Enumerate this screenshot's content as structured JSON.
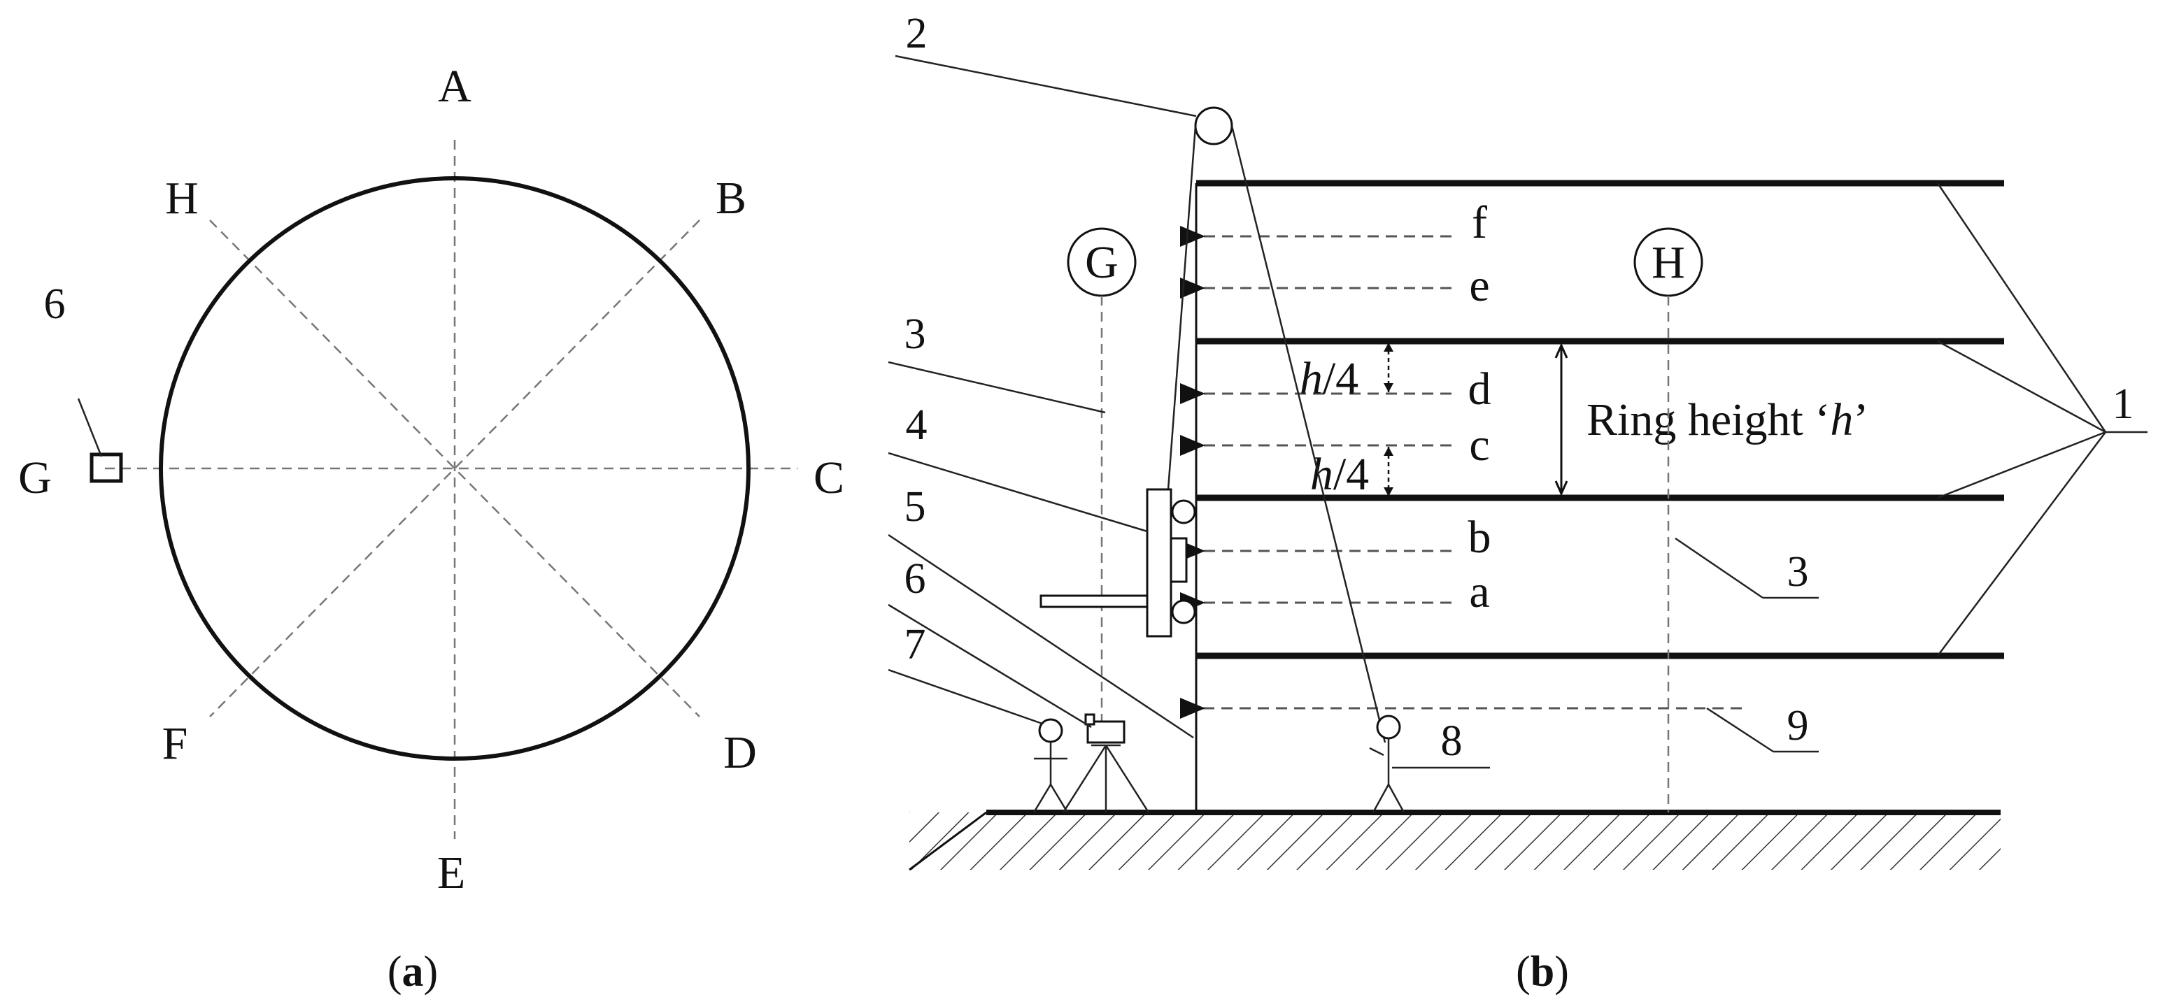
{
  "panel_a": {
    "points": {
      "A": "A",
      "B": "B",
      "C": "C",
      "D": "D",
      "E": "E",
      "F": "F",
      "G": "G",
      "H": "H"
    },
    "marker_label": "6",
    "caption": {
      "open": "(",
      "letter": "a",
      "close": ")"
    }
  },
  "panel_b": {
    "columns": {
      "G": "G",
      "H": "H"
    },
    "levels": [
      "f",
      "e",
      "d",
      "c",
      "b",
      "a"
    ],
    "quarter_label": {
      "var": "h",
      "rest": "/4"
    },
    "ring_height": {
      "prefix": "Ring height ‘",
      "var": "h",
      "suffix": "’"
    },
    "callouts": [
      "1",
      "2",
      "3",
      "3",
      "4",
      "5",
      "6",
      "7",
      "8",
      "9"
    ],
    "caption": {
      "open": "(",
      "letter": "b",
      "close": ")"
    }
  }
}
